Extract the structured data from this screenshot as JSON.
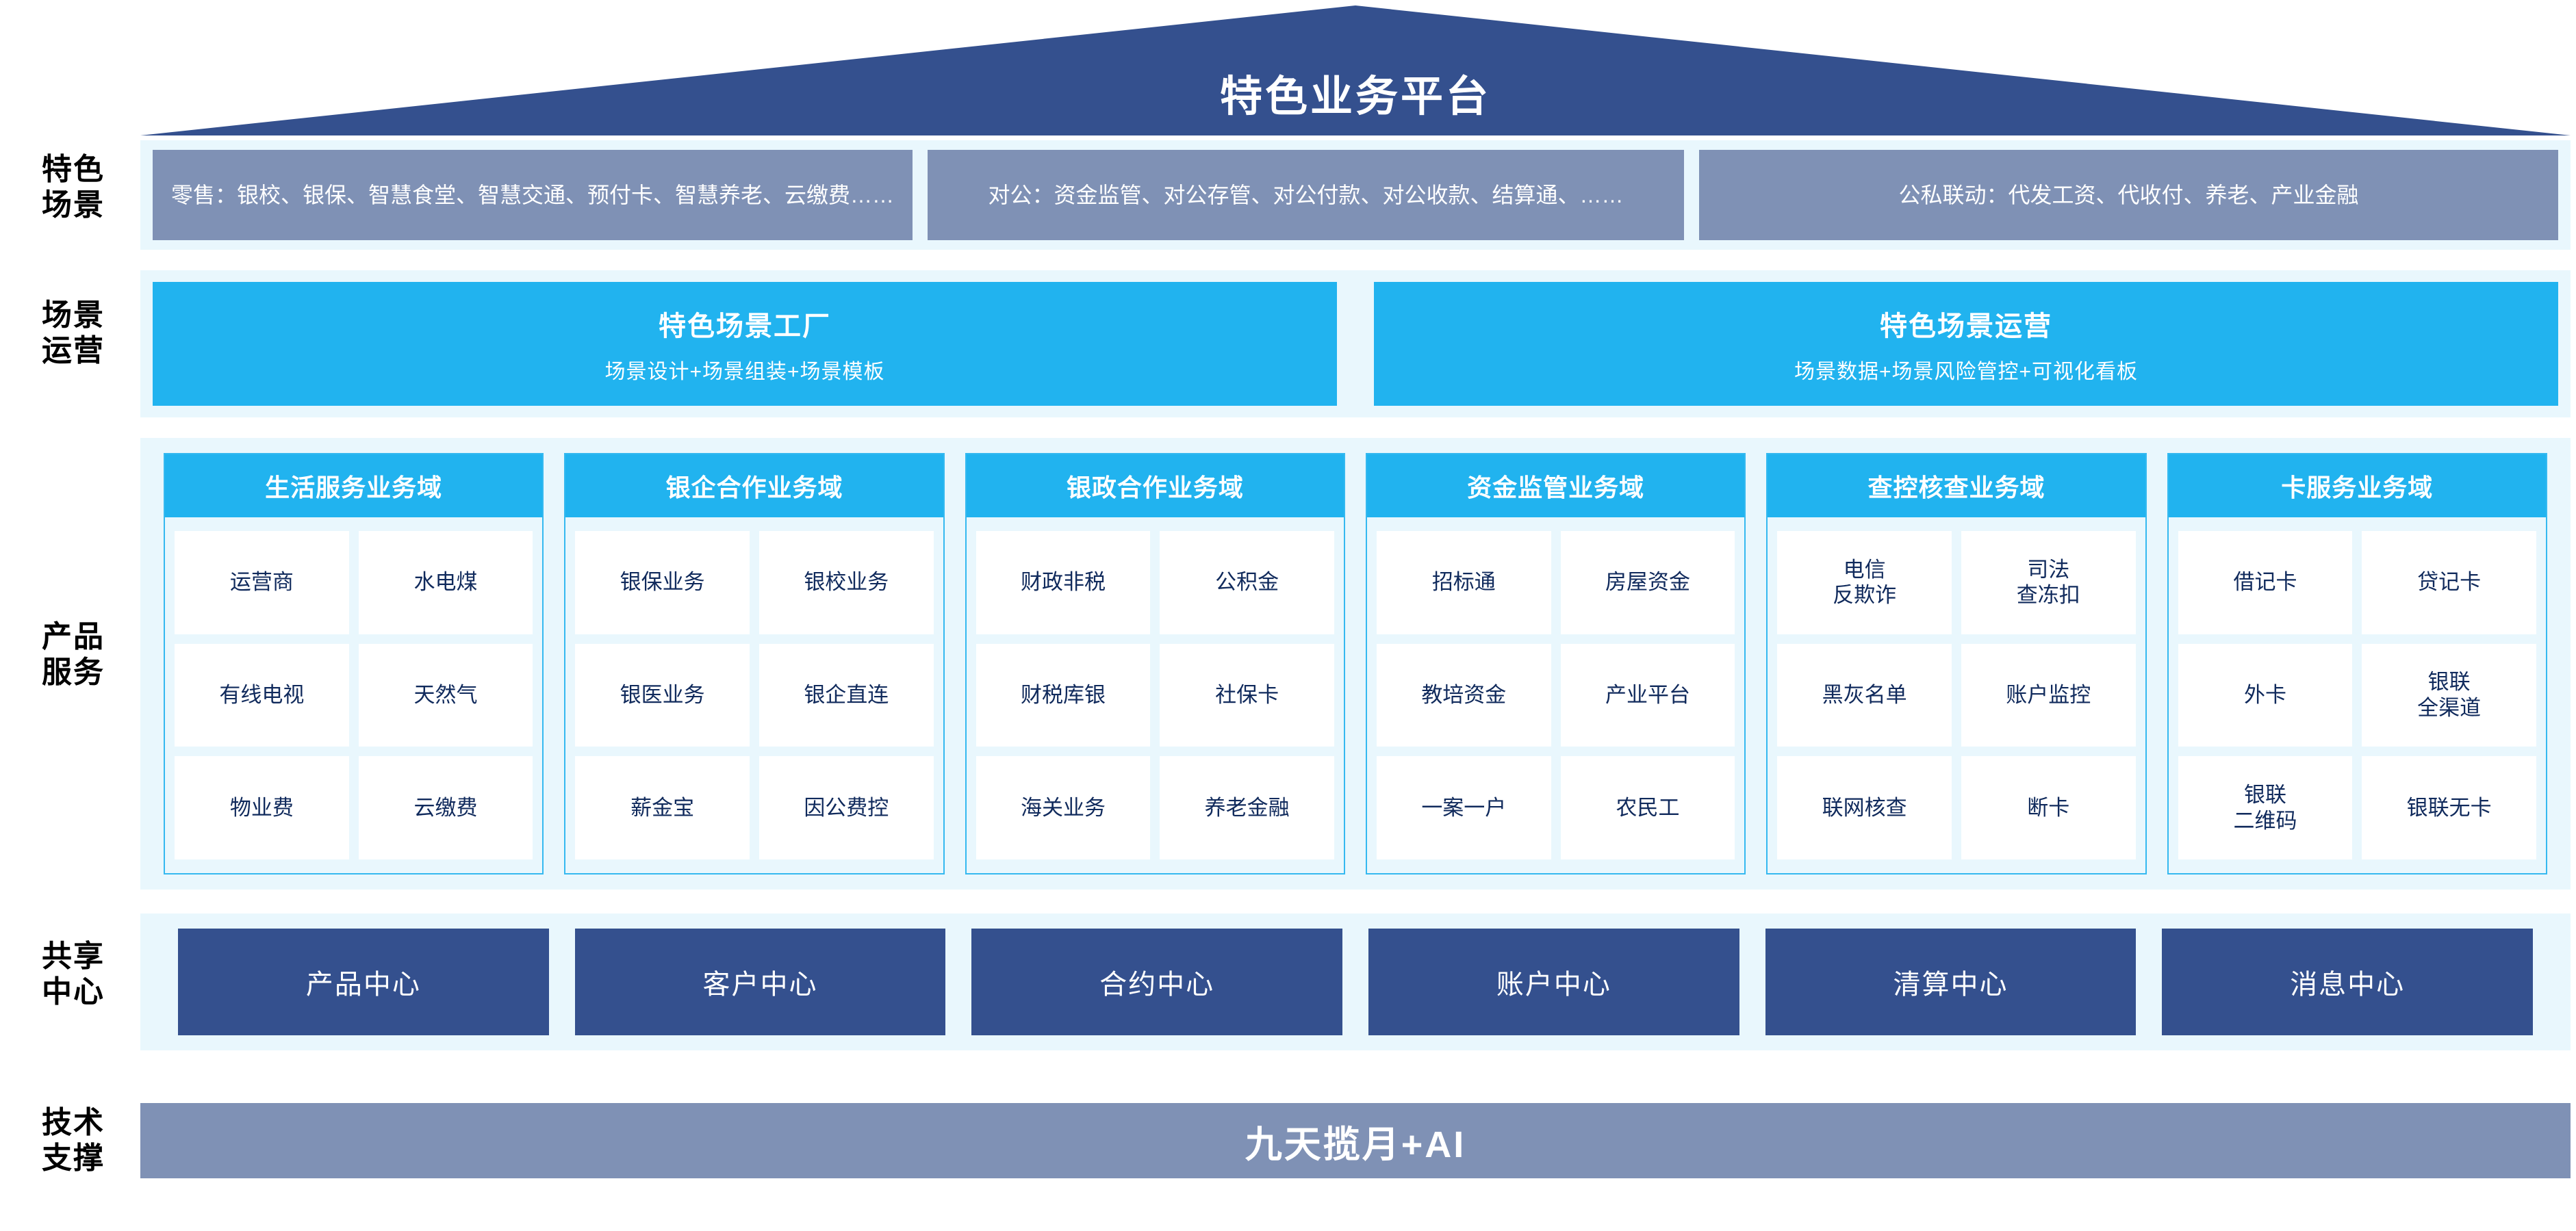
{
  "colors": {
    "roof_navy": "#34508e",
    "panel_bg": "#e9f7fd",
    "cyan": "#21b3ef",
    "slate_blue": "#7f91b5",
    "deep_navy_text": "#102a5c",
    "white": "#ffffff"
  },
  "header": {
    "title": "特色业务平台"
  },
  "rail": {
    "scenarios": "特色\n场景",
    "operations": "场景\n运营",
    "products": "产品\n服务",
    "shared": "共享\n中心",
    "tech": "技术\n支撑"
  },
  "scenarios": {
    "boxes": [
      {
        "text": "零售：银校、银保、智慧食堂、智慧交通、预付卡、智慧养老、云缴费……"
      },
      {
        "text": "对公：资金监管、对公存管、对公付款、对公收款、结算通、……"
      },
      {
        "text": "公私联动：代发工资、代收付、养老、产业金融"
      }
    ]
  },
  "operations": {
    "boxes": [
      {
        "title": "特色场景工厂",
        "subtitle": "场景设计+场景组装+场景模板"
      },
      {
        "title": "特色场景运营",
        "subtitle": "场景数据+场景风险管控+可视化看板"
      }
    ]
  },
  "products": {
    "domains": [
      {
        "title": "生活服务业务域",
        "items": [
          "运营商",
          "水电煤",
          "有线电视",
          "天然气",
          "物业费",
          "云缴费"
        ]
      },
      {
        "title": "银企合作业务域",
        "items": [
          "银保业务",
          "银校业务",
          "银医业务",
          "银企直连",
          "薪金宝",
          "因公费控"
        ]
      },
      {
        "title": "银政合作业务域",
        "items": [
          "财政非税",
          "公积金",
          "财税库银",
          "社保卡",
          "海关业务",
          "养老金融"
        ]
      },
      {
        "title": "资金监管业务域",
        "items": [
          "招标通",
          "房屋资金",
          "教培资金",
          "产业平台",
          "一案一户",
          "农民工"
        ]
      },
      {
        "title": "查控核查业务域",
        "items": [
          "电信\n反欺诈",
          "司法\n查冻扣",
          "黑灰名单",
          "账户监控",
          "联网核查",
          "断卡"
        ]
      },
      {
        "title": "卡服务业务域",
        "items": [
          "借记卡",
          "贷记卡",
          "外卡",
          "银联\n全渠道",
          "银联\n二维码",
          "银联无卡"
        ]
      }
    ]
  },
  "shared": {
    "centers": [
      "产品中心",
      "客户中心",
      "合约中心",
      "账户中心",
      "清算中心",
      "消息中心"
    ]
  },
  "tech": {
    "label": "九天揽月+AI"
  }
}
